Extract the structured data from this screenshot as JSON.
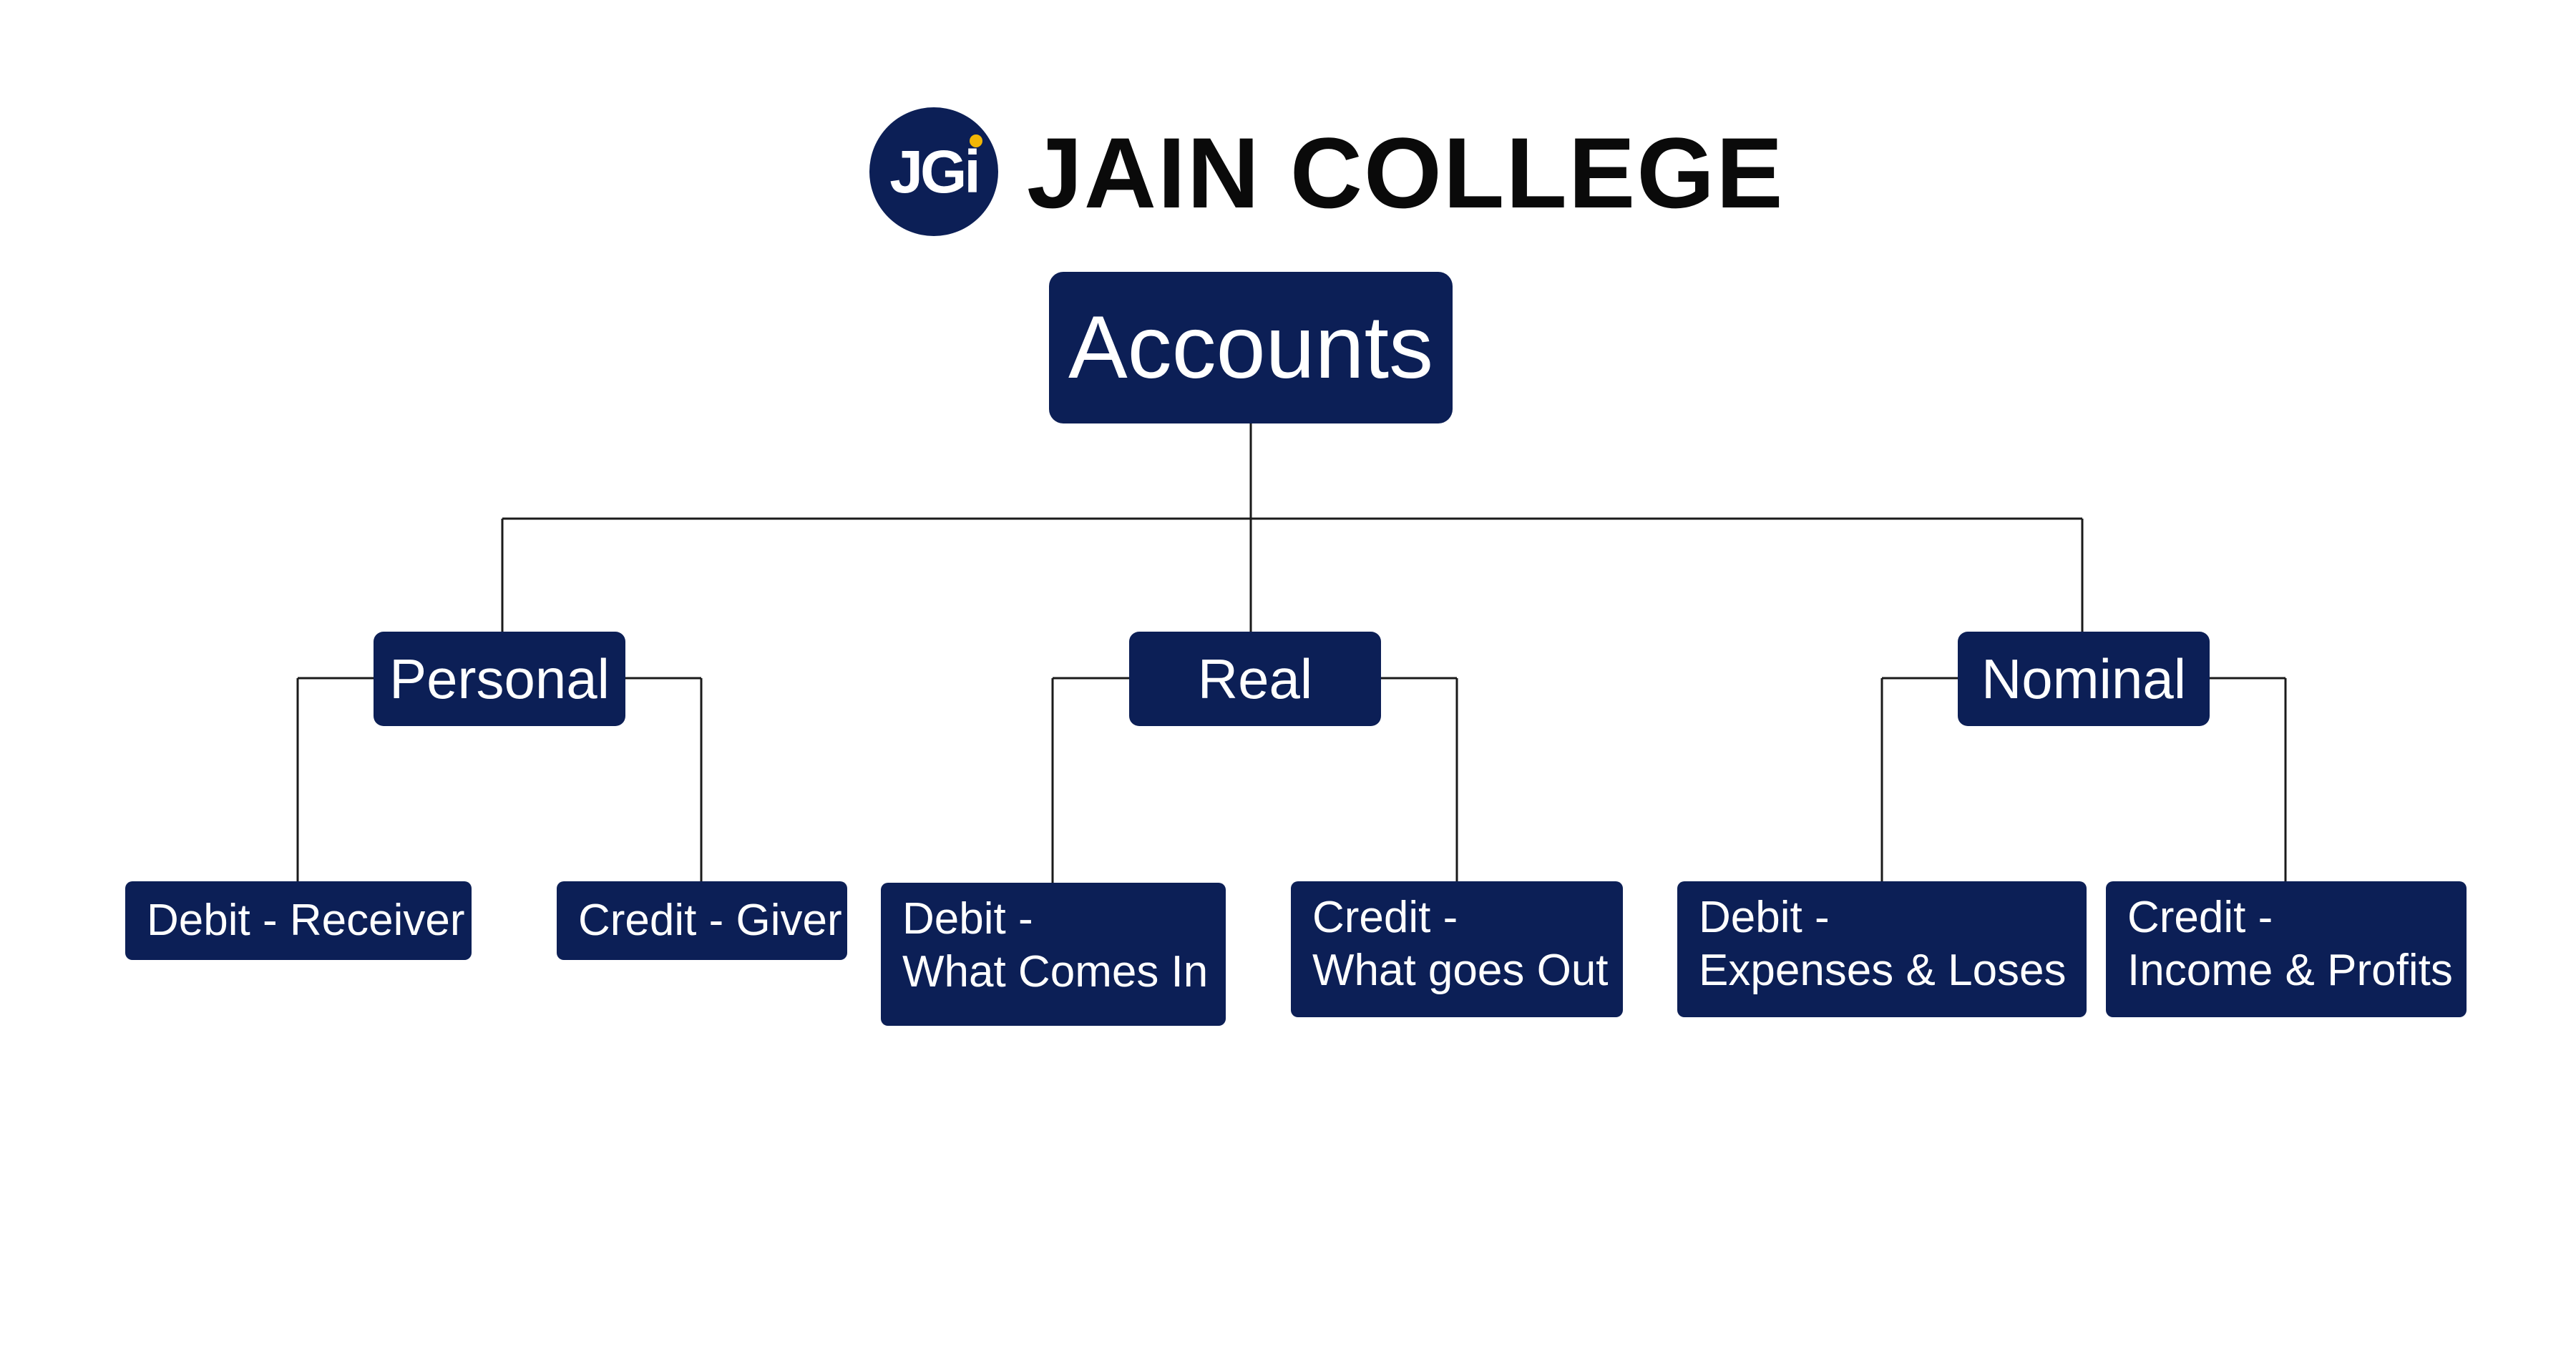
{
  "header": {
    "logo_text": "JGi",
    "college_name": "JAIN COLLEGE"
  },
  "diagram": {
    "root": {
      "label": "Accounts"
    },
    "categories": [
      {
        "label": "Personal"
      },
      {
        "label": "Real"
      },
      {
        "label": "Nominal"
      }
    ],
    "leaves": {
      "personal_debit": {
        "line1": "Debit - Receiver",
        "line2": ""
      },
      "personal_credit": {
        "line1": "Credit - Giver",
        "line2": ""
      },
      "real_debit": {
        "line1": "Debit -",
        "line2": "What Comes In"
      },
      "real_credit": {
        "line1": "Credit -",
        "line2": "What goes Out"
      },
      "nominal_debit": {
        "line1": "Debit -",
        "line2": "Expenses & Loses"
      },
      "nominal_credit": {
        "line1": "Credit -",
        "line2": "Income & Profits"
      }
    }
  },
  "colors": {
    "node_fill": "#0c1f56",
    "node_text": "#ffffff",
    "connector": "#1a1a1a",
    "logo_accent": "#f2b705"
  }
}
